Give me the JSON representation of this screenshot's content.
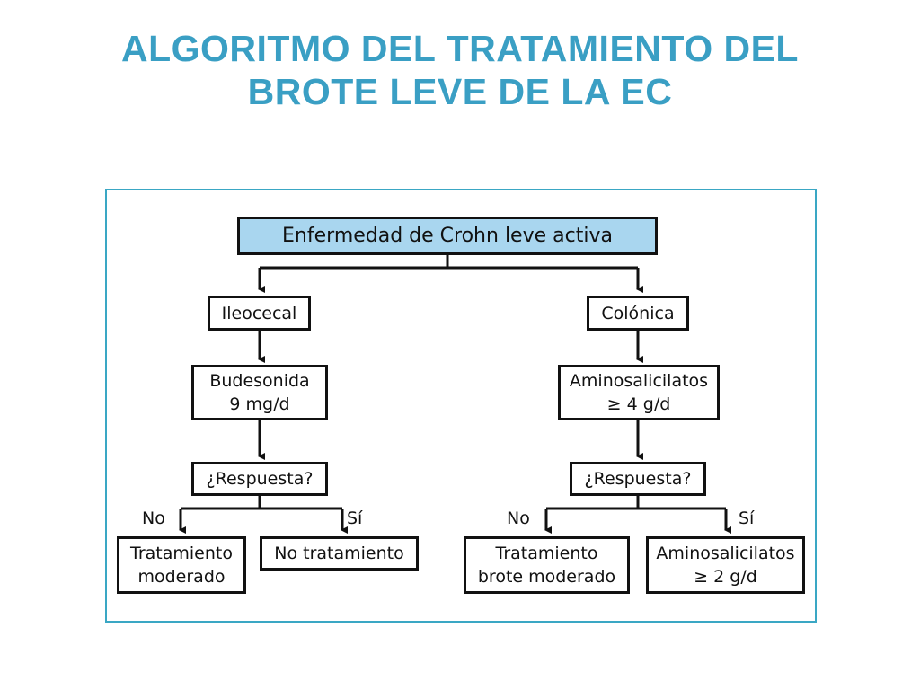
{
  "title": {
    "line1": "ALGORITMO DEL TRATAMIENTO DEL",
    "line2": "BROTE LEVE DE LA EC"
  },
  "diagram": {
    "root": "Enfermedad de Crohn leve activa",
    "left": {
      "location": "Ileocecal",
      "drug_line1": "Budesonida",
      "drug_line2": "9 mg/d",
      "question": "¿Respuesta?",
      "no_label": "No",
      "yes_label": "Sí",
      "no_line1": "Tratamiento",
      "no_line2": "moderado",
      "yes_line1": "No tratamiento"
    },
    "right": {
      "location": "Colónica",
      "drug_line1": "Aminosalicilatos",
      "drug_line2": "≥ 4 g/d",
      "question": "¿Respuesta?",
      "no_label": "No",
      "yes_label": "Sí",
      "no_line1": "Tratamiento",
      "no_line2": "brote moderado",
      "yes_line1": "Aminosalicilatos",
      "yes_line2": "≥ 2 g/d"
    },
    "colors": {
      "title": "#3a9fc4",
      "frame": "#3aa7c4",
      "root_fill": "#a9d6ef",
      "stroke": "#111111"
    }
  }
}
